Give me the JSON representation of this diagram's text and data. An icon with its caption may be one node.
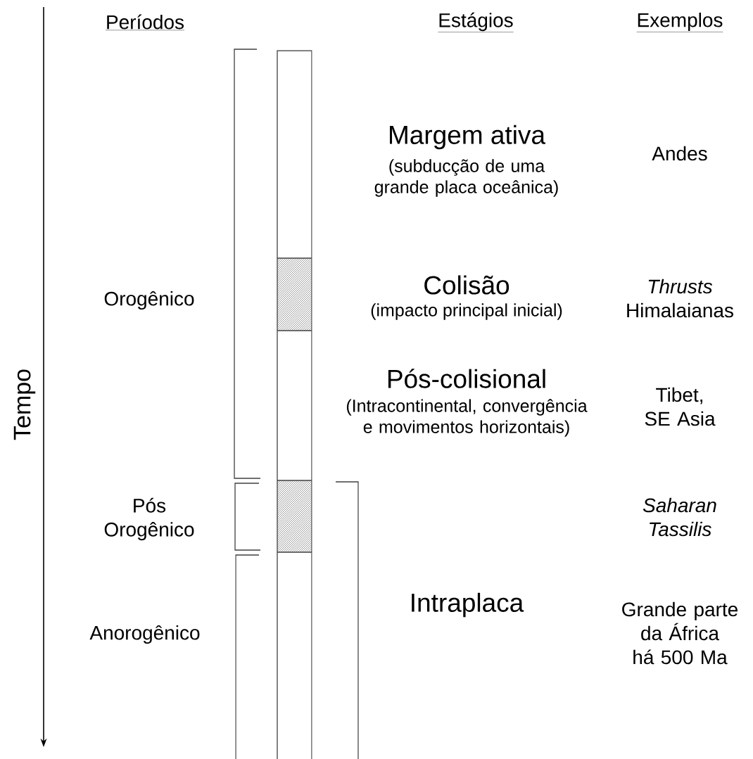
{
  "diagram": {
    "labels": [
      "Períodos",
      "Estágios",
      "Exemplos",
      "Margem ativa",
      "(subducção de uma grande placa oceânica)",
      "Andes",
      "Orogênico",
      "Colisão",
      "(impacto principal inicial)",
      "*Thrusts* Himalaianas",
      "Tempo",
      "Pós-colisional",
      "(Intracontinental, convergência e movimentos horizontais)",
      "Tibet, SE Asia",
      "Pós Orogênico",
      "Saharan Tassilis",
      "Anorogênico",
      "Intraplaca",
      "Grande parte da África há 500 Ma"
    ]
  }
}
